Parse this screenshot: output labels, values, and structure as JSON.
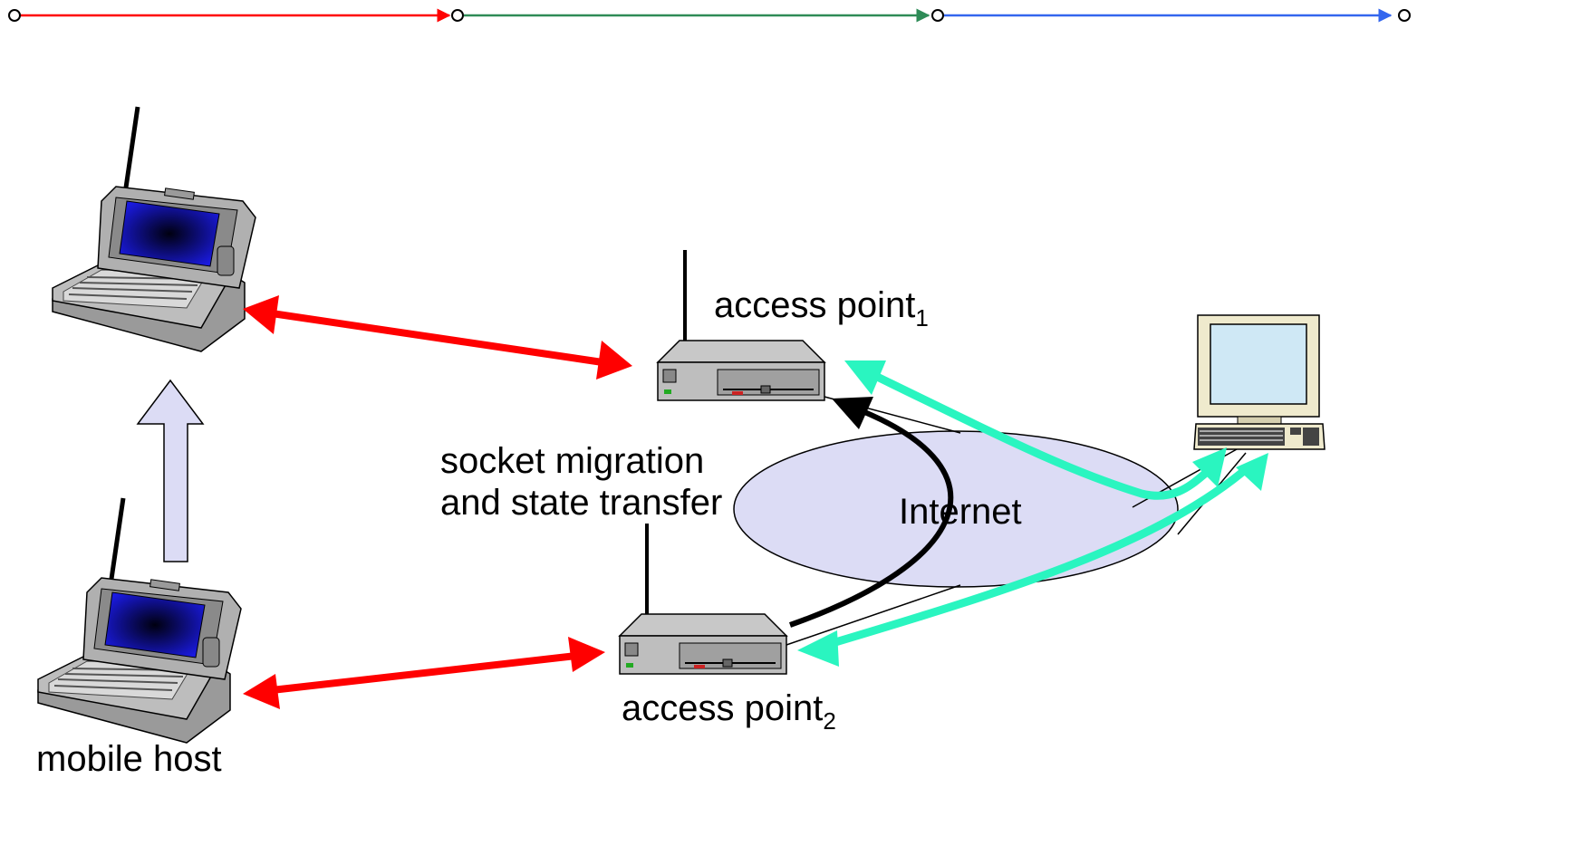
{
  "labels": {
    "access_point_1": {
      "text": "access point",
      "subscript": "1"
    },
    "access_point_2": {
      "text": "access point",
      "subscript": "2"
    },
    "internet": "Internet",
    "socket_migration_line1": "socket migration",
    "socket_migration_line2": "and state transfer",
    "mobile_host": "mobile host"
  },
  "colors": {
    "wireless_link": "#ff0000",
    "internet_cloud": "#dcdcf5",
    "tcp_flow": "#2af5c0",
    "state_transfer": "#000000",
    "move_arrow": "#dcdcf5",
    "timeline_segment_1": "#ff0000",
    "timeline_segment_2": "#2e8b57",
    "timeline_segment_3": "#3366ee"
  },
  "icons": [
    "laptop-icon",
    "access-point-icon",
    "desktop-computer-icon"
  ]
}
